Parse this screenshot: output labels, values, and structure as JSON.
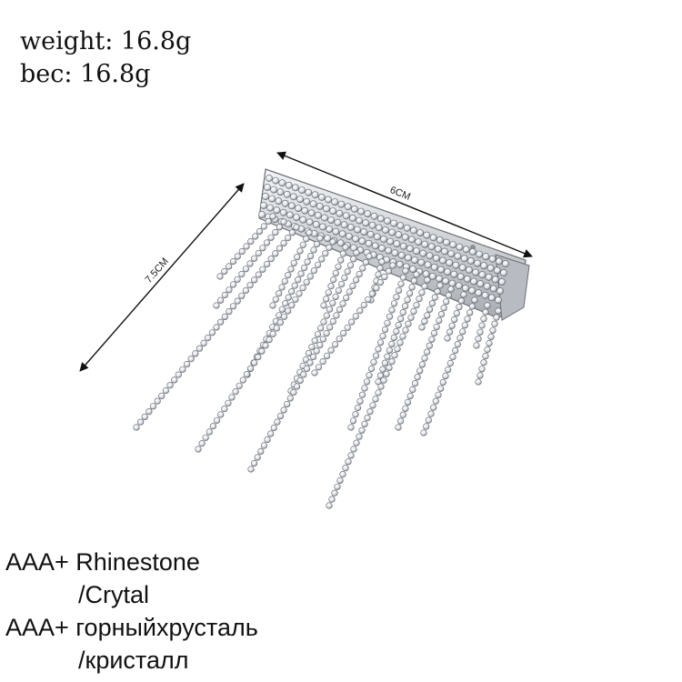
{
  "specs": {
    "weight_en": "weight: 16.8g",
    "weight_ru": "bec: 16.8g"
  },
  "dimensions": {
    "width_label": "6CM",
    "length_label": "7.5CM"
  },
  "materials": {
    "line1": "AAA+ Rhinestone",
    "line2": "/Crytal",
    "line3": "AAA+ горныйхрусталь",
    "line4": "/кристалл"
  },
  "colors": {
    "metal": "#c9ccd1",
    "stone": "#f2f4f7",
    "outline": "#6b6f75",
    "text": "#111111"
  }
}
